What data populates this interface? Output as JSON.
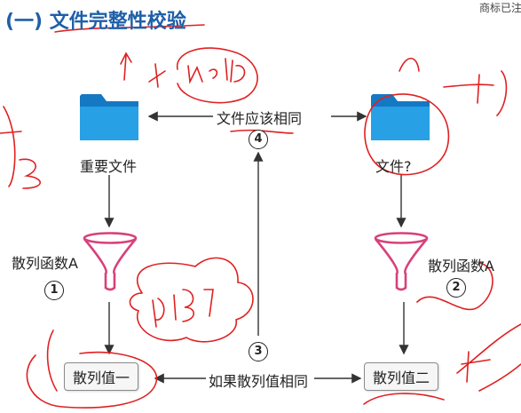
{
  "title": "(一)  文件完整性校验",
  "watermark": "商标已注",
  "nodes": {
    "important_file": "重要文件",
    "unknown_file": "文件?",
    "hash_func_left": "散列函数A",
    "hash_func_right": "散列函数A",
    "hash_value_one": "散列值一",
    "hash_value_two": "散列值二"
  },
  "edges": {
    "files_should_match": "文件应该相同",
    "if_hash_equal": "如果散列值相同"
  },
  "steps": {
    "one": "1",
    "two": "2",
    "three": "3",
    "four": "4"
  },
  "colors": {
    "title": "#1f5fa8",
    "folder": "#1e8fd8",
    "funnel": "#d8407a",
    "annotation": "#e02020"
  },
  "icons": [
    "folder-icon",
    "funnel-icon"
  ]
}
